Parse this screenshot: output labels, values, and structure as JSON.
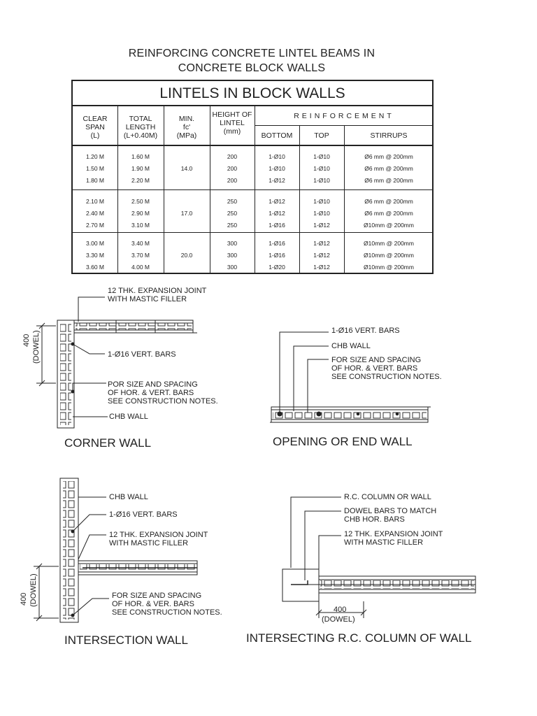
{
  "title": {
    "line1": "REINFORCING CONCRETE LINTEL BEAMS IN",
    "line2": "CONCRETE BLOCK WALLS"
  },
  "table": {
    "title": "LINTELS IN BLOCK WALLS",
    "headers": {
      "clear_span": "CLEAR\nSPAN\n(L)",
      "total_length": "TOTAL\nLENGTH\n(L+0.40M)",
      "min_fc": "MIN.\nfc'\n(MPa)",
      "height": "HEIGHT OF\nLINTEL\n(mm)",
      "reinforcement": "REINFORCEMENT",
      "bottom": "BOTTOM",
      "top": "TOP",
      "stirrups": "STIRRUPS"
    },
    "groups": [
      {
        "fc": "14.0",
        "span": "1.20 M\n1.50 M\n1.80 M",
        "total": "1.60 M\n1.90 M\n2.20 M",
        "height": "200\n200\n200",
        "bottom": "1-Ø10\n1-Ø10\n1-Ø12",
        "top": "1-Ø10\n1-Ø10\n1-Ø10",
        "stirrups": "Ø6 mm @ 200mm\nØ6 mm @ 200mm\nØ6 mm @ 200mm"
      },
      {
        "fc": "17.0",
        "span": "2.10 M\n2.40 M\n2.70 M",
        "total": "2.50 M\n2.90 M\n3.10 M",
        "height": "250\n250\n250",
        "bottom": "1-Ø12\n1-Ø12\n1-Ø16",
        "top": "1-Ø10\n1-Ø10\n1-Ø12",
        "stirrups": "Ø6 mm @ 200mm\nØ6 mm @ 200mm\nØ10mm @ 200mm"
      },
      {
        "fc": "20.0",
        "span": "3.00 M\n3.30 M\n3.60 M",
        "total": "3.40 M\n3.70 M\n4.00 M",
        "height": "300\n300\n300",
        "bottom": "1-Ø16\n1-Ø16\n1-Ø20",
        "top": "1-Ø12\n1-Ø12\n1-Ø12",
        "stirrups": "Ø10mm @ 200mm\nØ10mm @ 200mm\nØ10mm @ 200mm"
      }
    ]
  },
  "details": {
    "corner": {
      "caption": "CORNER WALL",
      "note_joint": "12 THK. EXPANSION JOINT\nWITH MASTIC FILLER",
      "note_bars": "1-Ø16 VERT. BARS",
      "note_spacing": "POR SIZE AND SPACING\nOF HOR. & VERT. BARS\nSEE CONSTRUCTION NOTES.",
      "note_chb": "CHB WALL",
      "dim": "400",
      "dim_sub": "(DOWEL)"
    },
    "opening": {
      "caption": "OPENING OR END WALL",
      "note_bars": "1-Ø16 VERT. BARS",
      "note_chb": "CHB WALL",
      "note_spacing": "FOR SIZE AND SPACING\nOF HOR. & VERT. BARS\nSEE CONSTRUCTION NOTES."
    },
    "intersection": {
      "caption": "INTERSECTION WALL",
      "note_chb": "CHB WALL",
      "note_bars": "1-Ø16 VERT. BARS",
      "note_joint": "12 THK. EXPANSION JOINT\nWITH MASTIC FILLER",
      "note_spacing": "FOR SIZE AND SPACING\nOF HOR. & VER. BARS\nSEE CONSTRUCTION NOTES.",
      "dim": "400",
      "dim_sub": "(DOWEL)"
    },
    "column": {
      "caption": "INTERSECTING R.C. COLUMN OF WALL",
      "note_column": "R.C. COLUMN OR WALL",
      "note_dowel": "DOWEL BARS TO MATCH\nCHB HOR. BARS",
      "note_joint": "12 THK. EXPANSION JOINT\nWITH MASTIC FILLER",
      "dim": "400",
      "dim_sub": "(DOWEL)"
    }
  }
}
